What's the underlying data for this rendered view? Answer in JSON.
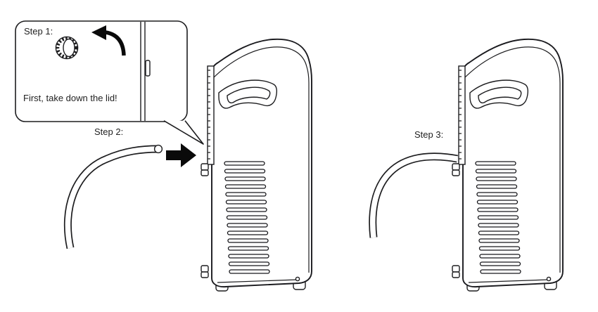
{
  "diagram": {
    "callout": {
      "step_label": "Step 1:",
      "instruction": "First, take down the lid!"
    },
    "step2": {
      "label": "Step 2:"
    },
    "step3": {
      "label": "Step 3:"
    },
    "colors": {
      "line": "#1d1d1f",
      "background": "#ffffff",
      "arrow_fill": "#0a0a0a"
    }
  }
}
